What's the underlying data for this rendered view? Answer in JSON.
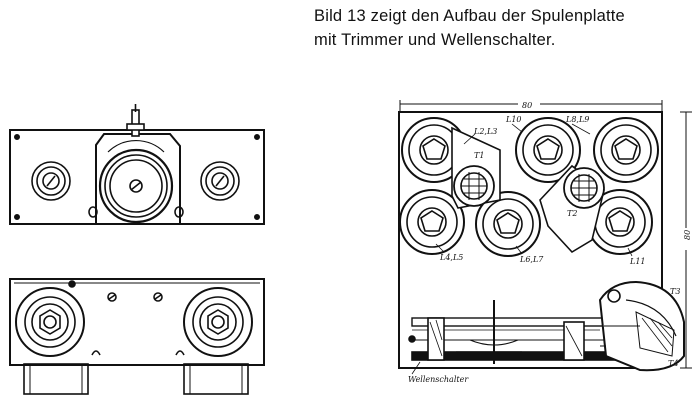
{
  "caption": {
    "line1": "Bild 13 zeigt den Aufbau der Spulenplatte",
    "line2": "mit Trimmer und Wellenschalter."
  },
  "diagram": {
    "dim_width": "80",
    "dim_height": "80",
    "labels": {
      "l2l3": "L2,L3",
      "l10": "L10",
      "l8l9": "L8,L9",
      "t1": "T1",
      "t2": "T2",
      "t3": "T3",
      "t4": "T4",
      "l4l5": "L4,L5",
      "l6l7": "L6,L7",
      "l11": "L11",
      "wellenschalter": "Wellenschalter"
    }
  }
}
